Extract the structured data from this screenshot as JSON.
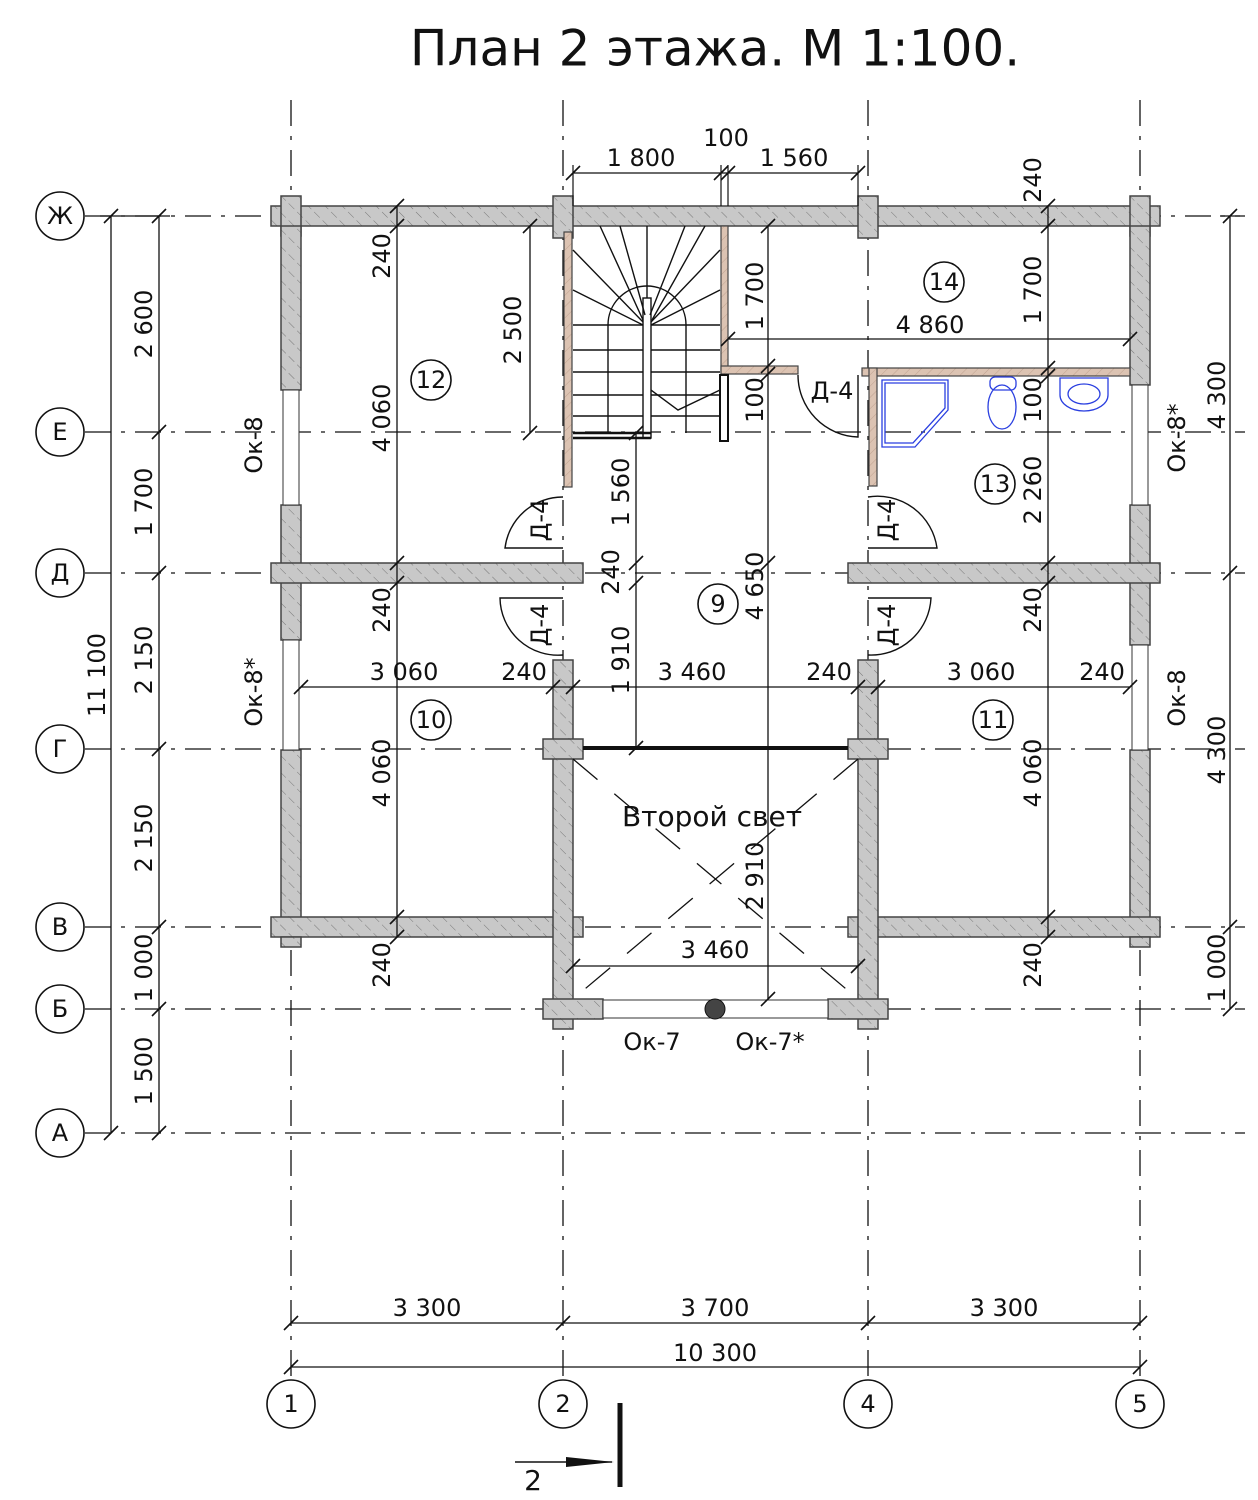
{
  "title": "План 2 этажа. М 1:100.",
  "axes": {
    "rows": [
      "Ж",
      "Е",
      "Д",
      "Г",
      "В",
      "Б",
      "А"
    ],
    "cols": [
      "1",
      "2",
      "4",
      "5"
    ]
  },
  "dims": {
    "left": [
      "2 600",
      "1 700",
      "2 150",
      "2 150",
      "1 000",
      "1 500"
    ],
    "left_total": "11 100",
    "right": [
      "240",
      "4 300",
      "4 300",
      "1 000"
    ],
    "bottom": [
      "3 300",
      "3 700",
      "3 300"
    ],
    "bottom_total": "10 300",
    "top": [
      "1 800",
      "100",
      "1 560"
    ],
    "interior": [
      "240",
      "4 060",
      "2 500",
      "1 700",
      "100",
      "4 860",
      "1 700",
      "100",
      "2 260",
      "1 560",
      "240",
      "4 650",
      "1 910",
      "240",
      "3 060",
      "240",
      "3 460",
      "240",
      "3 060",
      "240",
      "4 060",
      "240",
      "4 060",
      "2 910",
      "3 460",
      "240",
      "240"
    ]
  },
  "rooms": [
    "14",
    "12",
    "13",
    "9",
    "10",
    "11"
  ],
  "doors": [
    "Д-4",
    "Д-4",
    "Д-4",
    "Д-4",
    "Д-4"
  ],
  "windows": [
    "Ок-8",
    "Ок-8*",
    "Ок-8*",
    "Ок-8",
    "Ок-7",
    "Ок-7*"
  ],
  "void_label": "Второй свет",
  "section_mark": "2",
  "colors": {
    "wall": "#c8c8c8",
    "partition": "#dcc3b2",
    "fixtures": "#2a3fe0"
  }
}
